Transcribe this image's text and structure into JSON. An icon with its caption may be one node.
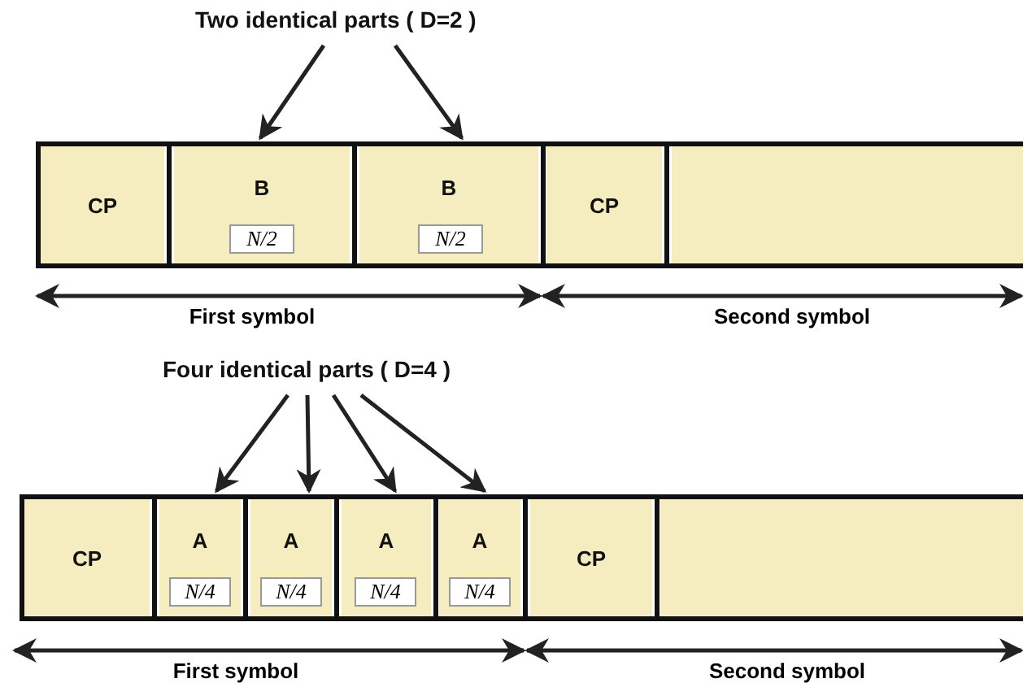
{
  "diagram": {
    "nodes": [
      {
        "text": [
          "Two identical parts ( D=2 )"
        ]
      },
      {
        "text": [],
        "shape": "box"
      },
      {
        "text": [
          "CP"
        ],
        "in": 1
      },
      {
        "text": [
          "B"
        ],
        "in": 1
      },
      {
        "text": [
          "N/2"
        ],
        "in": 3
      },
      {
        "text": [
          "B"
        ],
        "in": 1
      },
      {
        "text": [
          "N/2"
        ],
        "in": 5
      },
      {
        "text": [
          "CP"
        ],
        "in": 1
      },
      {
        "text": [],
        "shape": "box",
        "in": 1
      },
      {
        "text": [
          "Four identical parts ( D=4 )"
        ]
      },
      {
        "text": [],
        "shape": "box"
      },
      {
        "text": [
          "CP"
        ],
        "in": 10
      },
      {
        "text": [
          "A"
        ],
        "in": 10
      },
      {
        "text": [
          "N/4"
        ],
        "in": 12
      },
      {
        "text": [
          "A"
        ],
        "in": 10
      },
      {
        "text": [
          "N/4"
        ],
        "in": 14
      },
      {
        "text": [
          "A"
        ],
        "in": 10
      },
      {
        "text": [
          "N/4"
        ],
        "in": 16
      },
      {
        "text": [
          "A"
        ],
        "in": 10
      },
      {
        "text": [
          "N/4"
        ],
        "in": 18
      },
      {
        "text": [
          "CP"
        ],
        "in": 10
      },
      {
        "text": [],
        "shape": "box",
        "in": 10
      }
    ],
    "edges": [
      {
        "from": 0,
        "to": 3,
        "arrow": "to"
      },
      {
        "from": 0,
        "to": 5,
        "arrow": "to"
      },
      {
        "from": 9,
        "to": 12,
        "arrow": "to"
      },
      {
        "from": 9,
        "to": 14,
        "arrow": "to"
      },
      {
        "from": 9,
        "to": 16,
        "arrow": "to"
      },
      {
        "from": 9,
        "to": 18,
        "arrow": "to"
      }
    ],
    "labels": [
      "First symbol",
      "Second symbol",
      "First symbol",
      "Second symbol"
    ]
  }
}
